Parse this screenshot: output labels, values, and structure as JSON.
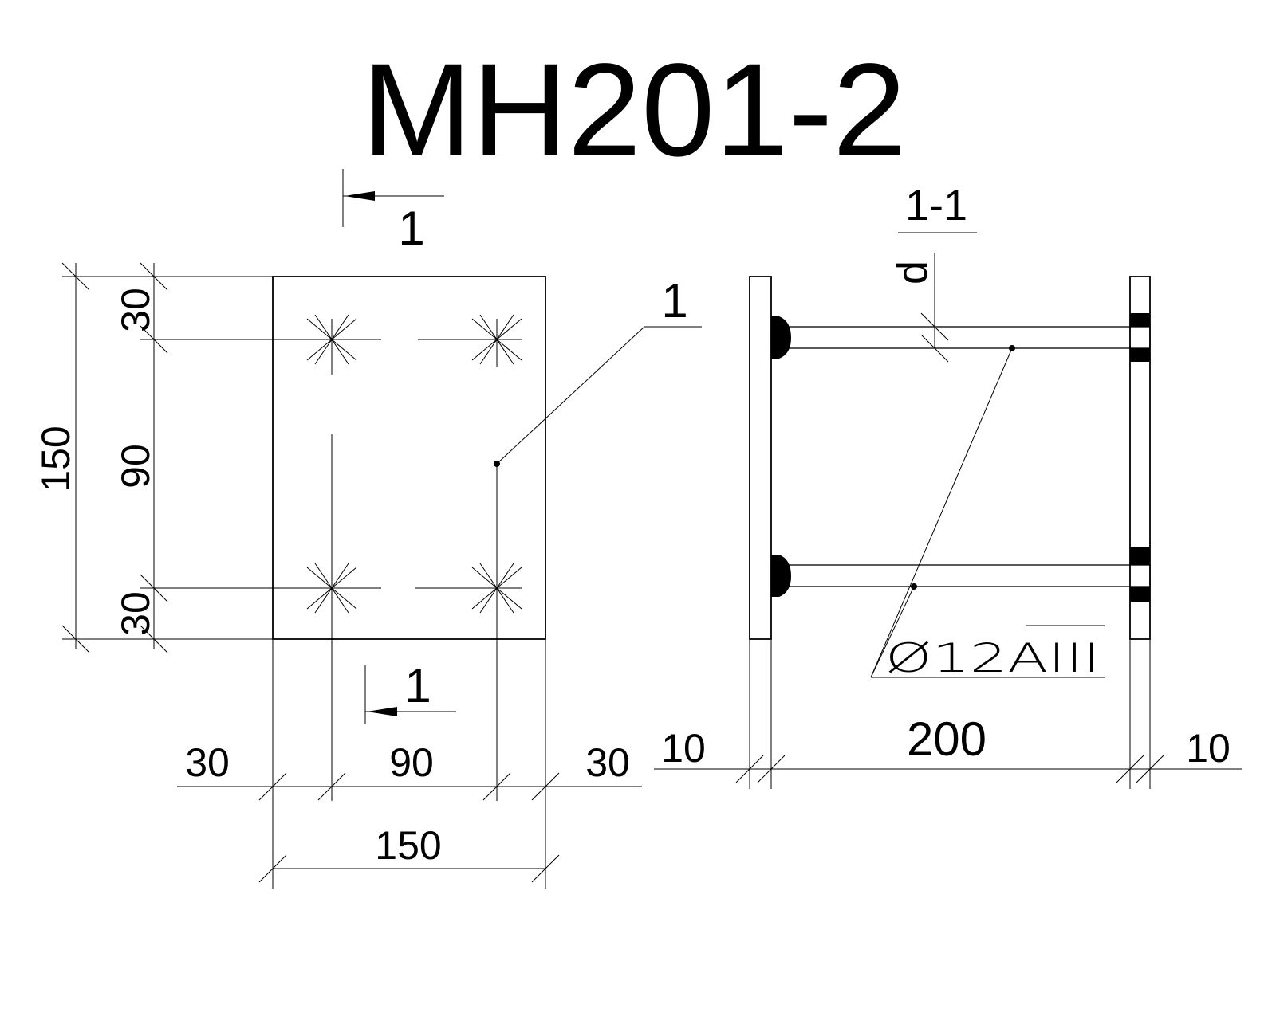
{
  "title": "MH201-2",
  "section_mark": "1",
  "section_title": "1-1",
  "callout": "1",
  "thickness_label": "d",
  "rebar_spec": "Ø12AIII",
  "plan_dims": {
    "left_top": "30",
    "left_middle": "90",
    "left_bottom": "30",
    "left_total": "150",
    "bottom_left": "30",
    "bottom_middle": "90",
    "bottom_right": "30",
    "bottom_total": "150"
  },
  "section_dims": {
    "left": "10",
    "middle": "200",
    "right": "10"
  }
}
